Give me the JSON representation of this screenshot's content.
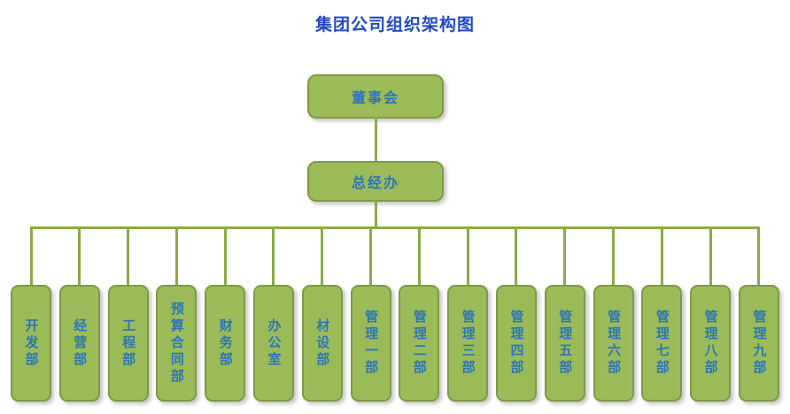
{
  "title": "集团公司组织架构图",
  "colors": {
    "box_fill": "#9BBB59",
    "box_border": "#7D9B44",
    "connector": "#8BAA47",
    "label_text": "#2E75B6",
    "title_text": "#2349C5"
  },
  "root": {
    "label": "董事会"
  },
  "secondary": {
    "label": "总经办"
  },
  "departments": [
    {
      "label": "开发部"
    },
    {
      "label": "经营部"
    },
    {
      "label": "工程部"
    },
    {
      "label": "预算合同部"
    },
    {
      "label": "财务部"
    },
    {
      "label": "办公室"
    },
    {
      "label": "材设部"
    },
    {
      "label": "管理一部"
    },
    {
      "label": "管理二部"
    },
    {
      "label": "管理三部"
    },
    {
      "label": "管理四部"
    },
    {
      "label": "管理五部"
    },
    {
      "label": "管理六部"
    },
    {
      "label": "管理七部"
    },
    {
      "label": "管理八部"
    },
    {
      "label": "管理九部"
    }
  ]
}
